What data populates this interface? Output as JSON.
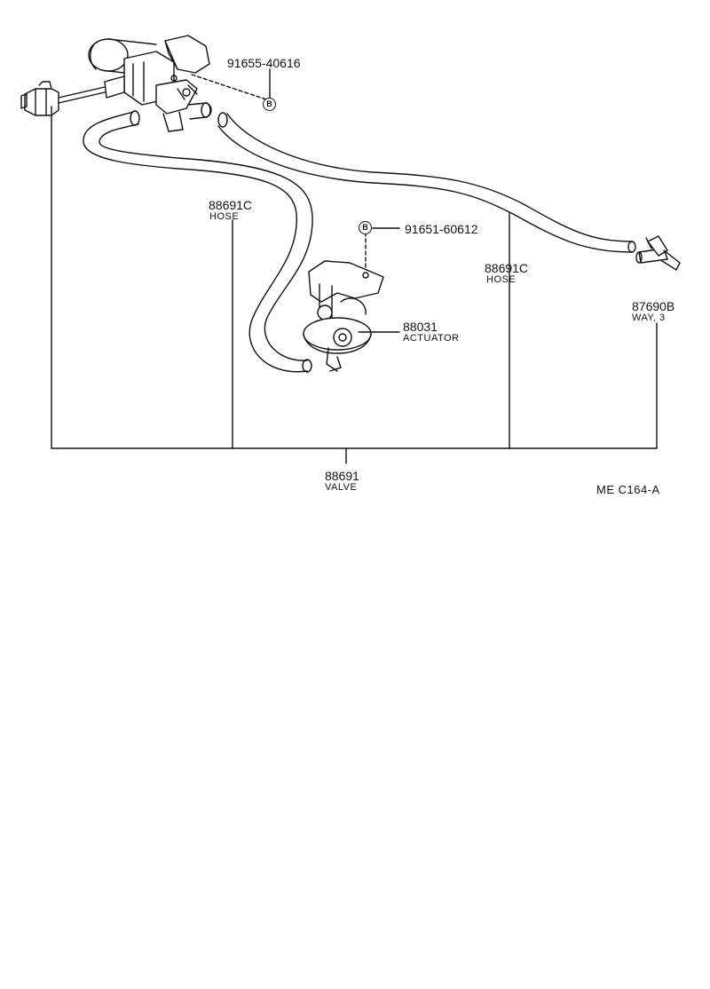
{
  "parts": {
    "bolt_top": {
      "number": "91655-40616",
      "tag": "B"
    },
    "bolt_mid": {
      "number": "91651-60612",
      "tag": "B"
    },
    "hose_left": {
      "number": "88691C",
      "name": "HOSE"
    },
    "hose_right": {
      "number": "88691C",
      "name": "HOSE"
    },
    "actuator": {
      "number": "88031",
      "name": "ACTUATOR"
    },
    "way": {
      "number": "87690B",
      "name": "WAY, 3"
    },
    "valve": {
      "number": "88691",
      "name": "VALVE"
    }
  },
  "diagram_code": "ME  C164-A"
}
